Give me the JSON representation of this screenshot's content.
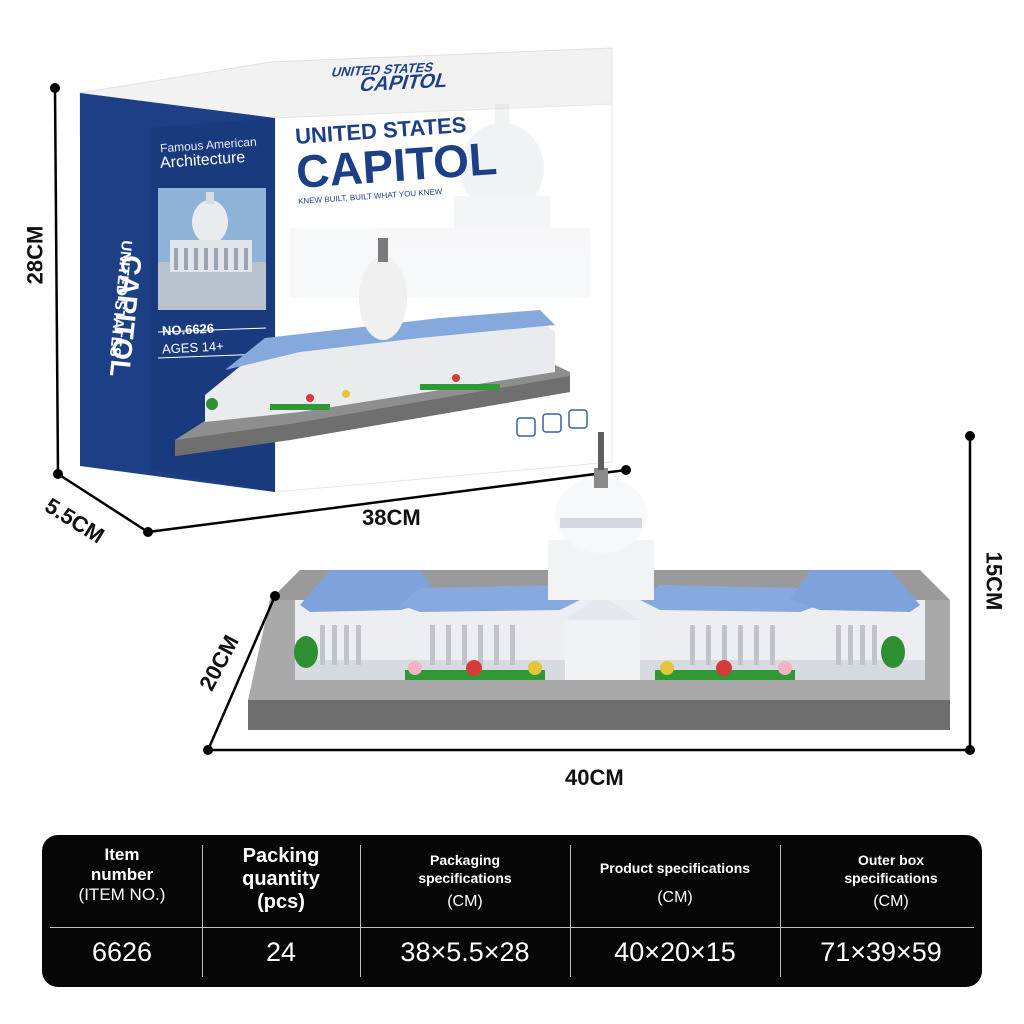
{
  "box": {
    "side_line1": "Famous  American",
    "side_line2": "Architecture",
    "side_title1": "UNITED STATES",
    "side_title2": "CAPITOL",
    "item_no": "NO.6626",
    "ages": "AGES 14+",
    "title1": "UNITED STATES",
    "title2": "CAPITOL",
    "tagline": "KNEW BUILT, BUILT WHAT YOU KNEW",
    "top_title1": "UNITED STATES",
    "top_title2": "CAPITOL"
  },
  "dimensions": {
    "box_height": "28CM",
    "box_depth": "5.5CM",
    "box_width": "38CM",
    "model_height": "15CM",
    "model_depth": "20CM",
    "model_width": "40CM"
  },
  "table": {
    "headers": [
      {
        "line1": "Item",
        "line2": "number",
        "line3": "(ITEM NO.)"
      },
      {
        "line1": "Packing",
        "line2": "quantity",
        "line3": "(pcs)"
      },
      {
        "line1": "Packaging",
        "line2": "specifications",
        "line3": "(CM)"
      },
      {
        "line1": "Product specifications",
        "line2": "",
        "line3": "(CM)"
      },
      {
        "line1": "Outer box",
        "line2": "specifications",
        "line3": "(CM)"
      }
    ],
    "values": [
      "6626",
      "24",
      "38×5.5×28",
      "40×20×15",
      "71×39×59"
    ]
  },
  "colors": {
    "box_blue": "#1d3f86",
    "roof_blue": "#7ea3dc",
    "table_bg": "#060606"
  }
}
